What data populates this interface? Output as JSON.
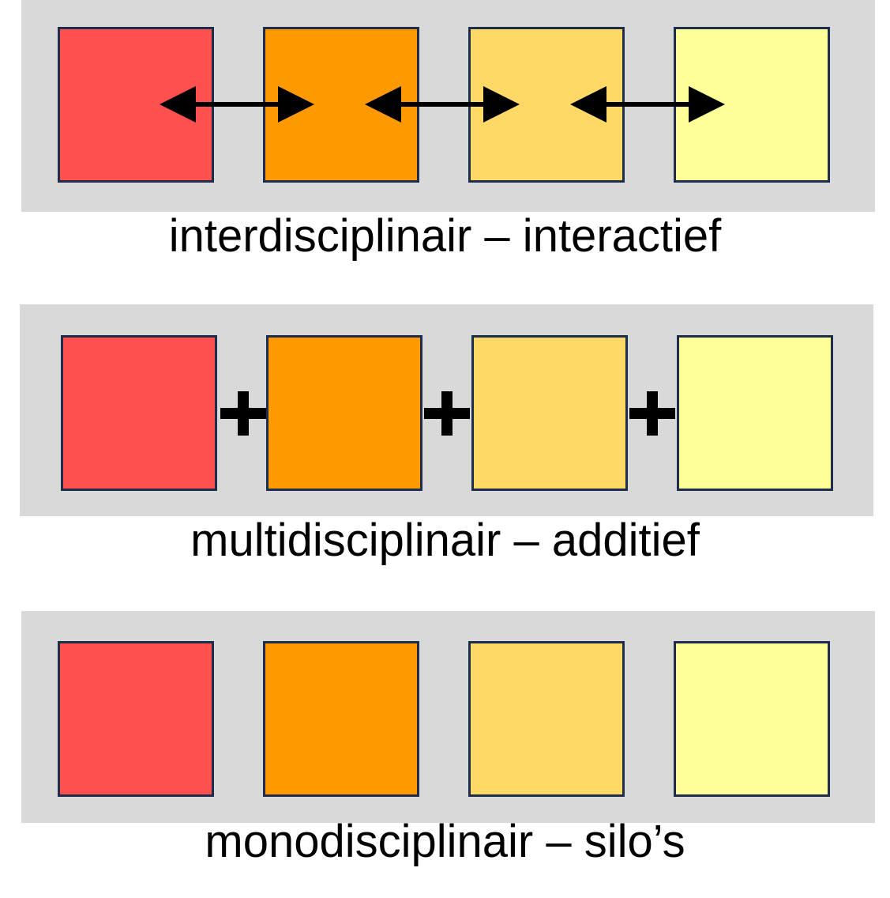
{
  "colors": {
    "box1": "#ff5050",
    "box2": "#ff9900",
    "box3": "#ffd966",
    "box4": "#ffff99",
    "panel": "#d9d9d9",
    "border": "#1f2d4d",
    "connector": "#000000"
  },
  "rows": [
    {
      "caption": "interdisciplinair – interactief",
      "connector_icon": "double-arrow-icon"
    },
    {
      "caption": "multidisciplinair – additief",
      "connector_icon": "plus-icon"
    },
    {
      "caption": "monodisciplinair – silo’s",
      "connector_icon": ""
    }
  ]
}
